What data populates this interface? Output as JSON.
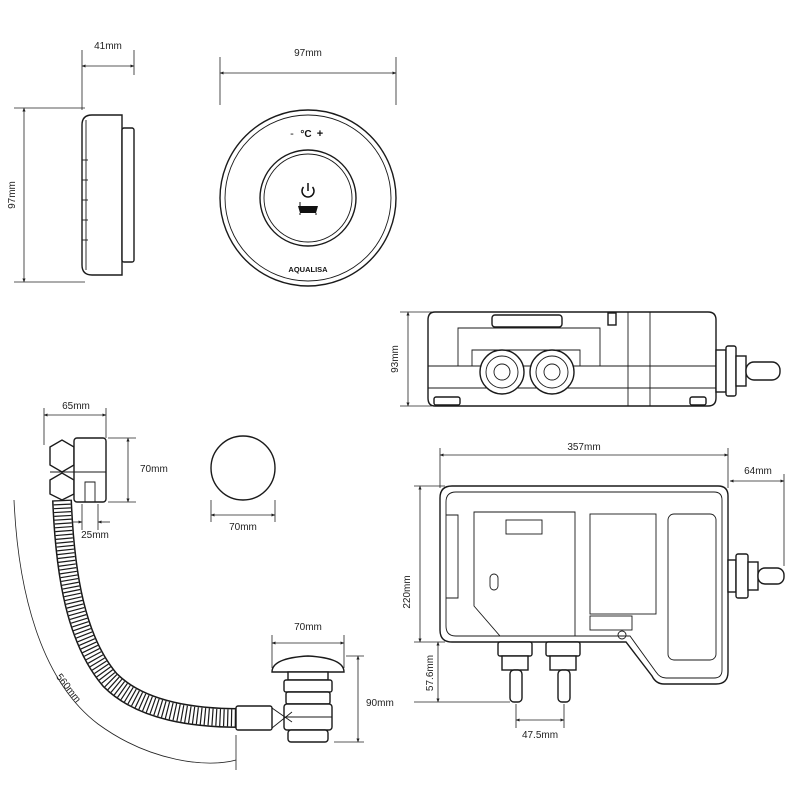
{
  "dimensions": {
    "controller_depth": "41mm",
    "controller_width": "97mm",
    "controller_height": "97mm",
    "pump_height": "93mm",
    "waste_depth": "65mm",
    "waste_height": "70mm",
    "waste_slot": "25mm",
    "plate_diameter": "70mm",
    "pump_length": "357mm",
    "pump_outlet": "64mm",
    "pump_width": "220mm",
    "pump_inlet_height": "57.6mm",
    "inlet_spacing": "47.5mm",
    "hose_length": "560mm",
    "plug_diameter": "70mm",
    "plug_height": "90mm"
  },
  "controller_face": {
    "temp_minus": "-",
    "temp_unit": "°C",
    "temp_plus": "+",
    "brand": "AQUALISA"
  },
  "colors": {
    "line": "#1a1a1a",
    "background": "#ffffff"
  },
  "icons": [
    "power-icon",
    "bath-icon"
  ]
}
